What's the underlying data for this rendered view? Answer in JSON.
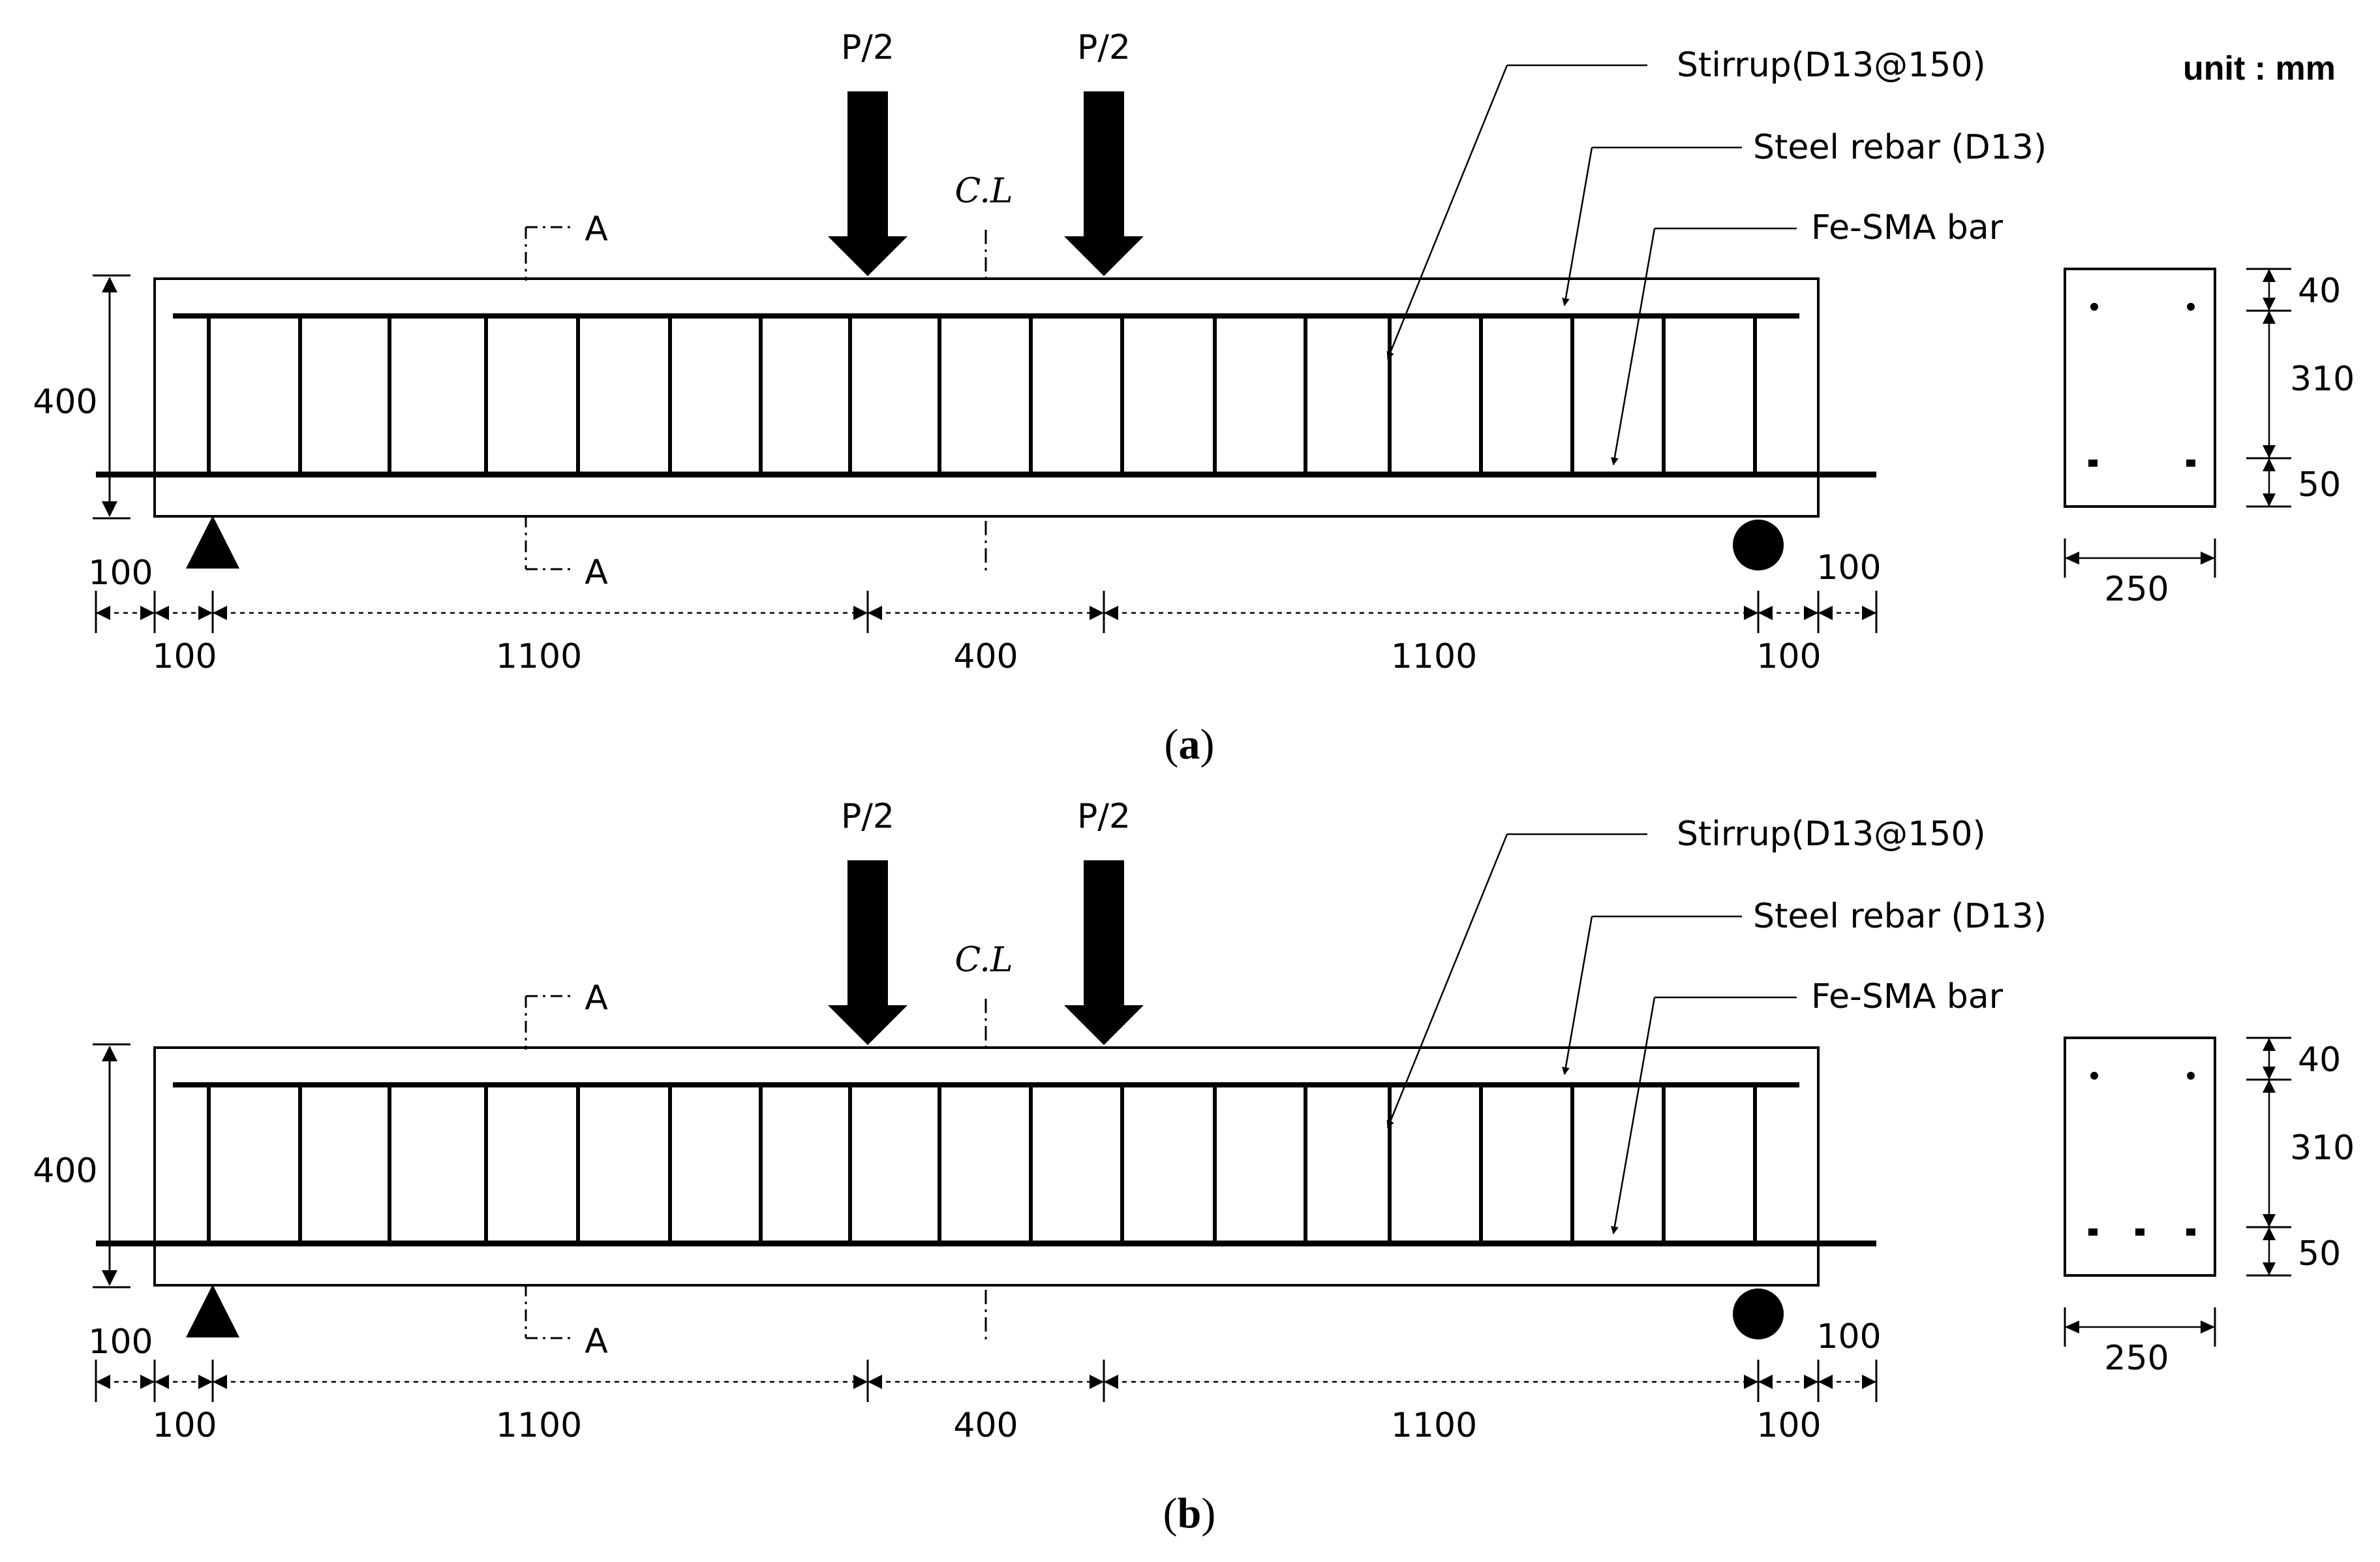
{
  "unit_label": "unit : mm",
  "panels": [
    {
      "id": "a",
      "caption": {
        "open": "(",
        "letter": "a",
        "close": ")"
      },
      "load_left": "P/2",
      "load_right": "P/2",
      "centerline": "C.L",
      "section_top": "A",
      "section_bottom": "A",
      "callouts": {
        "stirrup": "Stirrup(D13@150)",
        "steel": "Steel rebar (D13)",
        "fesma": "Fe-SMA bar"
      },
      "dims": {
        "height": "400",
        "left_outer": "100",
        "left_inner": "100",
        "span_left": "1100",
        "span_center": "400",
        "span_right": "1100",
        "right_inner": "100",
        "right_outer": "100"
      },
      "section": {
        "top": "40",
        "middle": "310",
        "bottom": "50",
        "width": "250",
        "top_bars": 2,
        "bottom_bars": 2
      }
    },
    {
      "id": "b",
      "caption": {
        "open": "(",
        "letter": "b",
        "close": ")"
      },
      "load_left": "P/2",
      "load_right": "P/2",
      "centerline": "C.L",
      "section_top": "A",
      "section_bottom": "A",
      "callouts": {
        "stirrup": "Stirrup(D13@150)",
        "steel": "Steel rebar (D13)",
        "fesma": "Fe-SMA bar"
      },
      "dims": {
        "height": "400",
        "left_outer": "100",
        "left_inner": "100",
        "span_left": "1100",
        "span_center": "400",
        "span_right": "1100",
        "right_inner": "100",
        "right_outer": "100"
      },
      "section": {
        "top": "40",
        "middle": "310",
        "bottom": "50",
        "width": "250",
        "top_bars": 2,
        "bottom_bars": 3
      }
    }
  ]
}
